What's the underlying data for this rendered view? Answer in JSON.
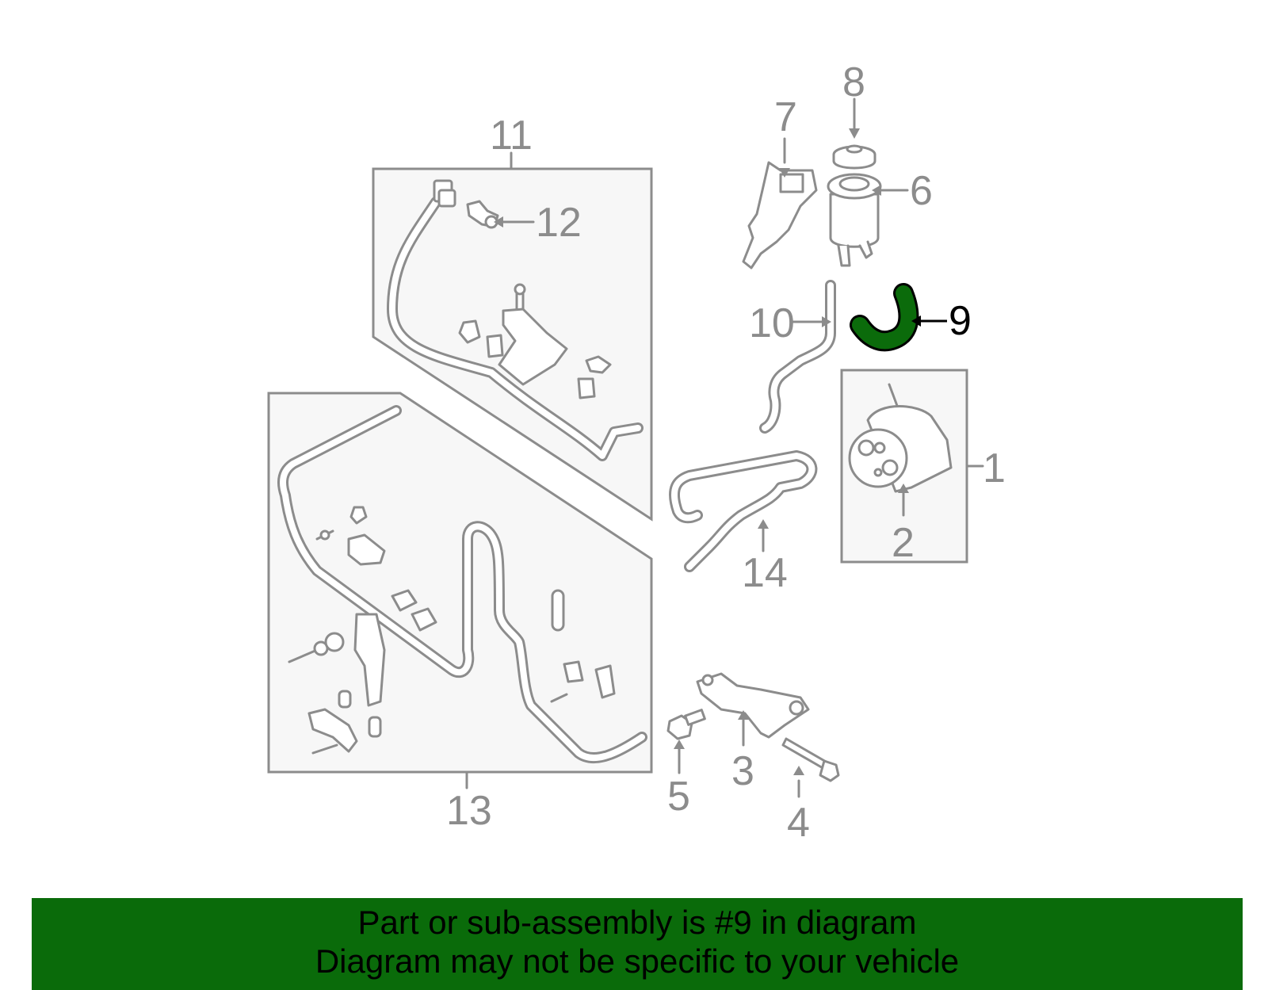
{
  "callouts": {
    "c1": "1",
    "c2": "2",
    "c3": "3",
    "c4": "4",
    "c5": "5",
    "c6": "6",
    "c7": "7",
    "c8": "8",
    "c9": "9",
    "c10": "10",
    "c11": "11",
    "c12": "12",
    "c13": "13",
    "c14": "14"
  },
  "highlighted_part": "9",
  "colors": {
    "highlight_part": "#0b6b0b",
    "banner_background": "#0a6b0a",
    "line": "#8c8c8c"
  },
  "banner": {
    "line1": "Part or sub-assembly is #9 in diagram",
    "line2": "Diagram may not be specific to your vehicle"
  }
}
